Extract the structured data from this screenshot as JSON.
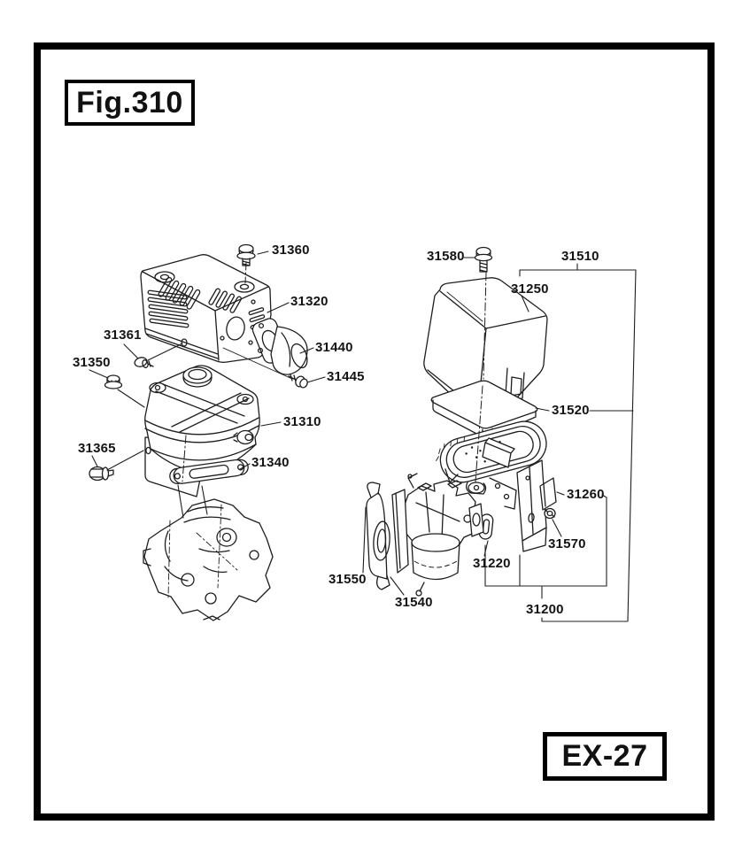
{
  "figure": {
    "title": "Fig.310",
    "page_code": "EX-27"
  },
  "colors": {
    "ink": "#1e1e1e",
    "background": "#ffffff"
  },
  "assemblies": {
    "muffler": [
      "31360",
      "31320",
      "31361",
      "31350",
      "31440",
      "31445",
      "31310",
      "31365",
      "31340"
    ],
    "air_cleaner": [
      "31580",
      "31510",
      "31250",
      "31520",
      "31260",
      "31570",
      "31220",
      "31550",
      "31540",
      "31200"
    ]
  }
}
